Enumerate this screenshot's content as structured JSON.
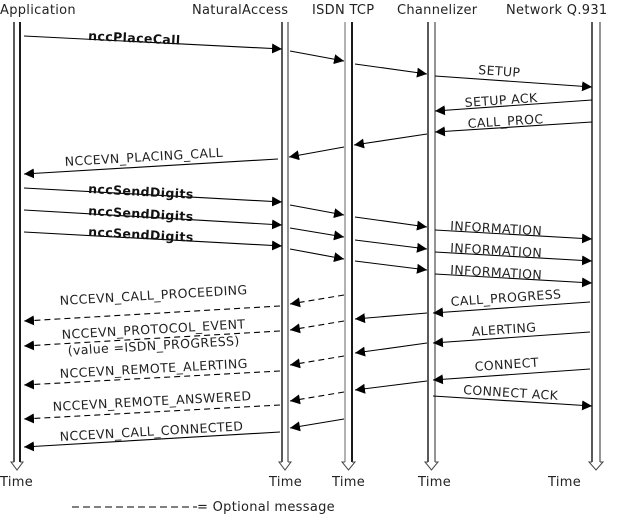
{
  "diagram": {
    "type": "sequence",
    "participants": [
      {
        "id": "app",
        "name": "Application",
        "time_label": "Time"
      },
      {
        "id": "na",
        "name": "NaturalAccess",
        "time_label": "Time"
      },
      {
        "id": "isdn",
        "name": "ISDN TCP",
        "time_label": "Time"
      },
      {
        "id": "chan",
        "name": "Channelizer",
        "time_label": "Time"
      },
      {
        "id": "net",
        "name": "Network Q.931",
        "time_label": "Time"
      }
    ],
    "messages": [
      {
        "from": "app",
        "to": "na",
        "label": "nccPlaceCall",
        "style": "solid",
        "bold": true
      },
      {
        "from": "na",
        "to": "isdn",
        "label": "",
        "style": "solid"
      },
      {
        "from": "isdn",
        "to": "chan",
        "label": "",
        "style": "solid"
      },
      {
        "from": "chan",
        "to": "net",
        "label": "SETUP",
        "style": "solid"
      },
      {
        "from": "net",
        "to": "chan",
        "label": "SETUP ACK",
        "style": "solid"
      },
      {
        "from": "net",
        "to": "chan",
        "label": "CALL_PROC",
        "style": "solid"
      },
      {
        "from": "chan",
        "to": "isdn",
        "label": "",
        "style": "solid"
      },
      {
        "from": "isdn",
        "to": "na",
        "label": "",
        "style": "solid"
      },
      {
        "from": "na",
        "to": "app",
        "label": "NCCEVN_PLACING_CALL",
        "style": "solid"
      },
      {
        "from": "app",
        "to": "na",
        "label": "nccSendDigits",
        "style": "solid",
        "bold": true
      },
      {
        "from": "app",
        "to": "na",
        "label": "nccSendDigits",
        "style": "solid",
        "bold": true
      },
      {
        "from": "app",
        "to": "na",
        "label": "nccSendDigits",
        "style": "solid",
        "bold": true
      },
      {
        "from": "na",
        "to": "isdn",
        "label": "",
        "style": "solid"
      },
      {
        "from": "na",
        "to": "isdn",
        "label": "",
        "style": "solid"
      },
      {
        "from": "na",
        "to": "isdn",
        "label": "",
        "style": "solid"
      },
      {
        "from": "isdn",
        "to": "chan",
        "label": "",
        "style": "solid"
      },
      {
        "from": "isdn",
        "to": "chan",
        "label": "",
        "style": "solid"
      },
      {
        "from": "isdn",
        "to": "chan",
        "label": "",
        "style": "solid"
      },
      {
        "from": "chan",
        "to": "net",
        "label": "INFORMATION",
        "style": "solid"
      },
      {
        "from": "chan",
        "to": "net",
        "label": "INFORMATION",
        "style": "solid"
      },
      {
        "from": "chan",
        "to": "net",
        "label": "INFORMATION",
        "style": "solid"
      },
      {
        "from": "net",
        "to": "chan",
        "label": "CALL_PROGRESS",
        "style": "solid"
      },
      {
        "from": "chan",
        "to": "isdn",
        "label": "",
        "style": "solid"
      },
      {
        "from": "isdn",
        "to": "na",
        "label": "",
        "style": "dashed"
      },
      {
        "from": "na",
        "to": "app",
        "label": "NCCEVN_CALL_PROCEEDING",
        "style": "dashed"
      },
      {
        "from": "net",
        "to": "chan",
        "label": "ALERTING",
        "style": "solid"
      },
      {
        "from": "chan",
        "to": "isdn",
        "label": "",
        "style": "solid"
      },
      {
        "from": "isdn",
        "to": "na",
        "label": "",
        "style": "dashed"
      },
      {
        "from": "na",
        "to": "app",
        "label": "NCCEVN_PROTOCOL_EVENT",
        "label2": "(value =ISDN_PROGRESS)",
        "style": "dashed"
      },
      {
        "from": "isdn",
        "to": "na",
        "label": "",
        "style": "dashed"
      },
      {
        "from": "na",
        "to": "app",
        "label": "NCCEVN_REMOTE_ALERTING",
        "style": "dashed"
      },
      {
        "from": "net",
        "to": "chan",
        "label": "CONNECT",
        "style": "solid"
      },
      {
        "from": "chan",
        "to": "isdn",
        "label": "",
        "style": "solid"
      },
      {
        "from": "chan",
        "to": "net",
        "label": "CONNECT ACK",
        "style": "solid"
      },
      {
        "from": "isdn",
        "to": "na",
        "label": "",
        "style": "dashed"
      },
      {
        "from": "na",
        "to": "app",
        "label": "NCCEVN_REMOTE_ANSWERED",
        "style": "dashed"
      },
      {
        "from": "isdn",
        "to": "na",
        "label": "",
        "style": "solid"
      },
      {
        "from": "na",
        "to": "app",
        "label": "NCCEVN_CALL_CONNECTED",
        "style": "solid"
      }
    ],
    "legend": {
      "symbol": "dashed-line",
      "text": "= Optional message"
    }
  }
}
